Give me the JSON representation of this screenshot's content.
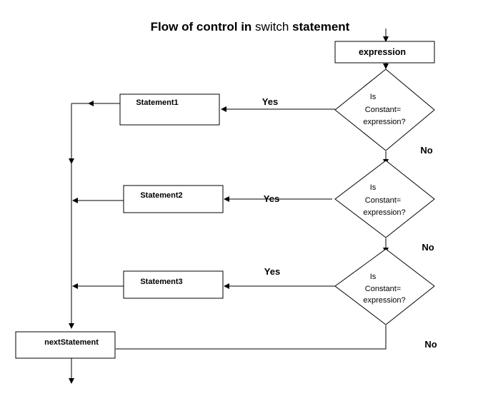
{
  "title": {
    "part1": "Flow of control in",
    "part2": "switch",
    "part3": "statement"
  },
  "nodes": {
    "expression": "expression",
    "decision_1": [
      "Is",
      "Constant=",
      "expression?"
    ],
    "decision_2": [
      "Is",
      "Constant=",
      "expression?"
    ],
    "decision_3": [
      "Is",
      "Constant=",
      "expression?"
    ],
    "statement1": "Statement1",
    "statement2": "Statement2",
    "statement3": "Statement3",
    "next": "nextStatement"
  },
  "edge_labels": {
    "yes_1": "Yes",
    "yes_2": "Yes",
    "yes_3": "Yes",
    "no_1": "No",
    "no_2": "No",
    "no_3": "No"
  }
}
